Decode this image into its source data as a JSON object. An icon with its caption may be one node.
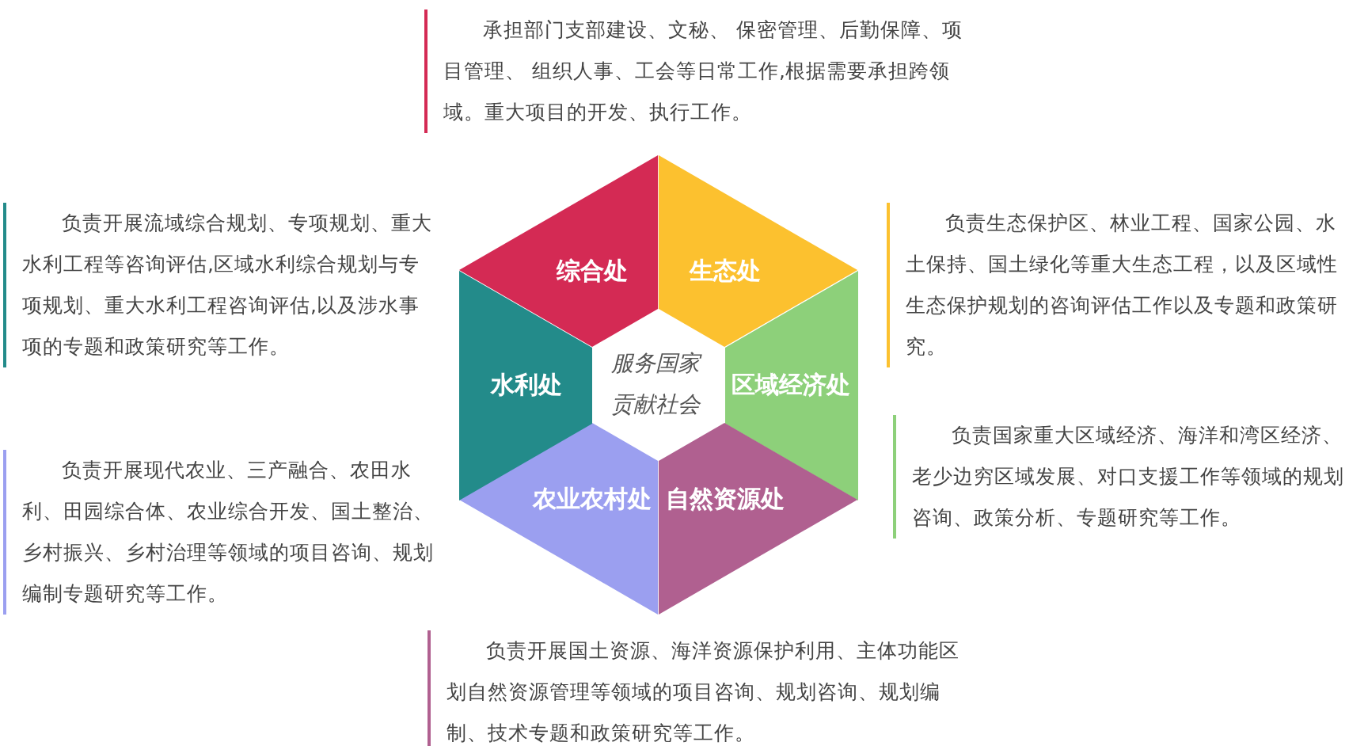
{
  "diagram": {
    "nodes": [
      {
        "text": [
          "服务国家贡献社会"
        ]
      },
      {
        "text": [
          "综合处"
        ],
        "beside": [
          "承担部门支部建设、文秘、 保密管理、后勤保障、项目管理、 组织人事、工会等日常工作,根据需要承担跨领域。重大项目的开发、执行工作。"
        ]
      },
      {
        "text": [
          "生态处"
        ],
        "beside": [
          "负责生态保护区、林业工程、国家公园、水土保持、国土绿化等重大生态工程，以及区域性生态保护规划的咨询评估工作以及专题和政策研究。"
        ]
      },
      {
        "text": [
          "区域经济处"
        ],
        "beside": [
          "负责国家重大区域经济、海洋和湾区经济、老少边穷区域发展、对口支援工作等领域的规划咨询、政策分析、专题研究等工作。"
        ]
      },
      {
        "text": [
          "自然资源处"
        ],
        "beside": [
          "负责开展国土资源、海洋资源保护利用、主体功能区划自然资源管理等领域的项目咨询、规划咨询、规划编制、技术专题和政策研究等工作。"
        ]
      },
      {
        "text": [
          "农业农村处"
        ],
        "beside": [
          "负责开展现代农业、三产融合、农田水利、田园综合体、农业综合开发、国土整治、乡村振兴、乡村治理等领域的项目咨询、规划编制专题研究等工作。"
        ]
      },
      {
        "text": [
          "水利处"
        ],
        "beside": [
          "负责开展流域综合规划、专项规划、重大水利工程等咨询评估,区域水利综合规划与专项规划、重大水利工程咨询评估,以及涉水事项的专题和政策研究等工作。"
        ]
      }
    ]
  }
}
